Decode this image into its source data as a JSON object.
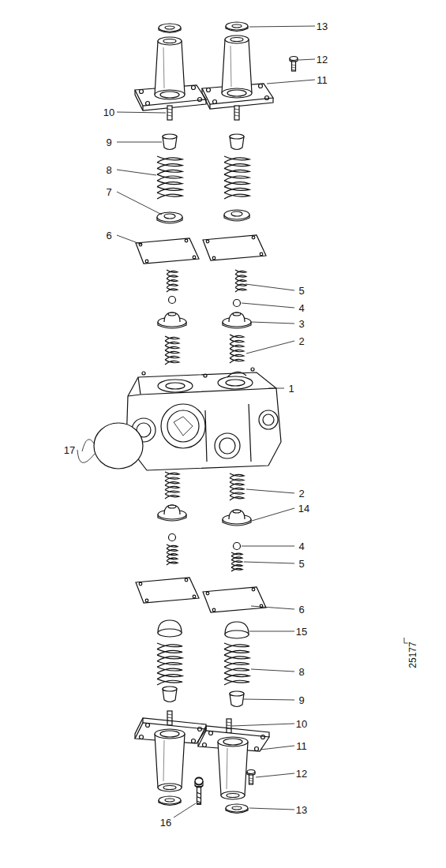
{
  "diagram": {
    "labels": [
      "13",
      "12",
      "11",
      "10",
      "9",
      "8",
      "7",
      "6",
      "5",
      "4",
      "3",
      "2",
      "1",
      "17",
      "2",
      "14",
      "4",
      "5",
      "6",
      "15",
      "8",
      "9",
      "10",
      "11",
      "12",
      "13",
      "16",
      "25177"
    ]
  }
}
